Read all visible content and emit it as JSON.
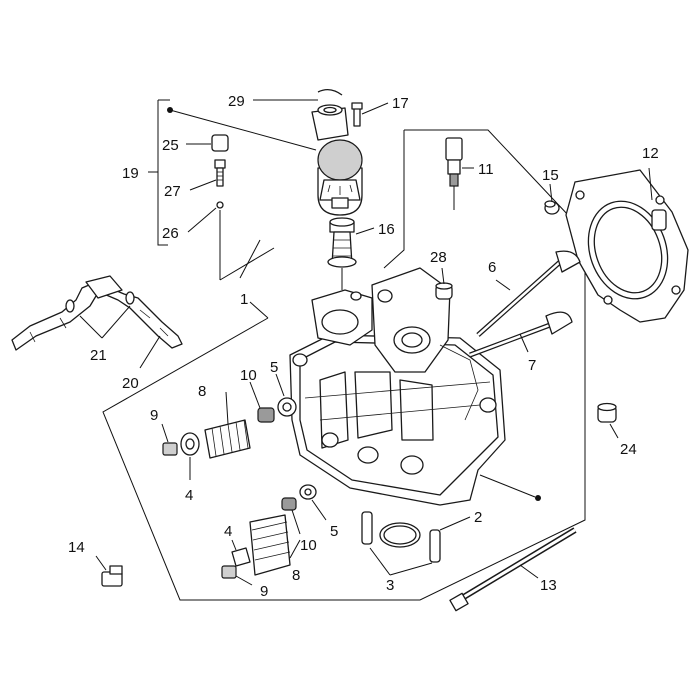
{
  "diagram": {
    "callouts": [
      {
        "key": "c1",
        "text": "1"
      },
      {
        "key": "c2",
        "text": "2"
      },
      {
        "key": "c3",
        "text": "3"
      },
      {
        "key": "c4a",
        "text": "4"
      },
      {
        "key": "c4b",
        "text": "4"
      },
      {
        "key": "c5a",
        "text": "5"
      },
      {
        "key": "c5b",
        "text": "5"
      },
      {
        "key": "c6",
        "text": "6"
      },
      {
        "key": "c7",
        "text": "7"
      },
      {
        "key": "c8a",
        "text": "8"
      },
      {
        "key": "c8b",
        "text": "8"
      },
      {
        "key": "c9a",
        "text": "9"
      },
      {
        "key": "c9b",
        "text": "9"
      },
      {
        "key": "c10a",
        "text": "10"
      },
      {
        "key": "c10b",
        "text": "10"
      },
      {
        "key": "c11",
        "text": "11"
      },
      {
        "key": "c12",
        "text": "12"
      },
      {
        "key": "c13",
        "text": "13"
      },
      {
        "key": "c14",
        "text": "14"
      },
      {
        "key": "c15",
        "text": "15"
      },
      {
        "key": "c16",
        "text": "16"
      },
      {
        "key": "c17",
        "text": "17"
      },
      {
        "key": "c19",
        "text": "19"
      },
      {
        "key": "c20",
        "text": "20"
      },
      {
        "key": "c21",
        "text": "21"
      },
      {
        "key": "c24",
        "text": "24"
      },
      {
        "key": "c25",
        "text": "25"
      },
      {
        "key": "c26",
        "text": "26"
      },
      {
        "key": "c27",
        "text": "27"
      },
      {
        "key": "c28",
        "text": "28"
      },
      {
        "key": "c29",
        "text": "29"
      }
    ]
  }
}
